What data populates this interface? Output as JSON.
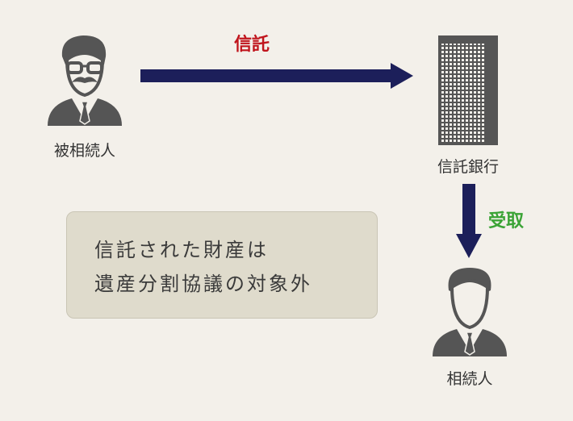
{
  "colors": {
    "arrow": "#1c1f5a",
    "trust_label": "#c0141c",
    "receive_label": "#3aa335",
    "icon": "#555555"
  },
  "decedent": {
    "label": "被相続人",
    "icon": "person-glasses-mustache-icon"
  },
  "trust_arrow": {
    "label": "信託"
  },
  "bank": {
    "label": "信託銀行",
    "icon": "building-icon"
  },
  "receive_arrow": {
    "label": "受取"
  },
  "heir": {
    "label": "相続人",
    "icon": "person-icon"
  },
  "note": {
    "line1": "信託された財産は",
    "line2": "遺産分割協議の対象外"
  }
}
